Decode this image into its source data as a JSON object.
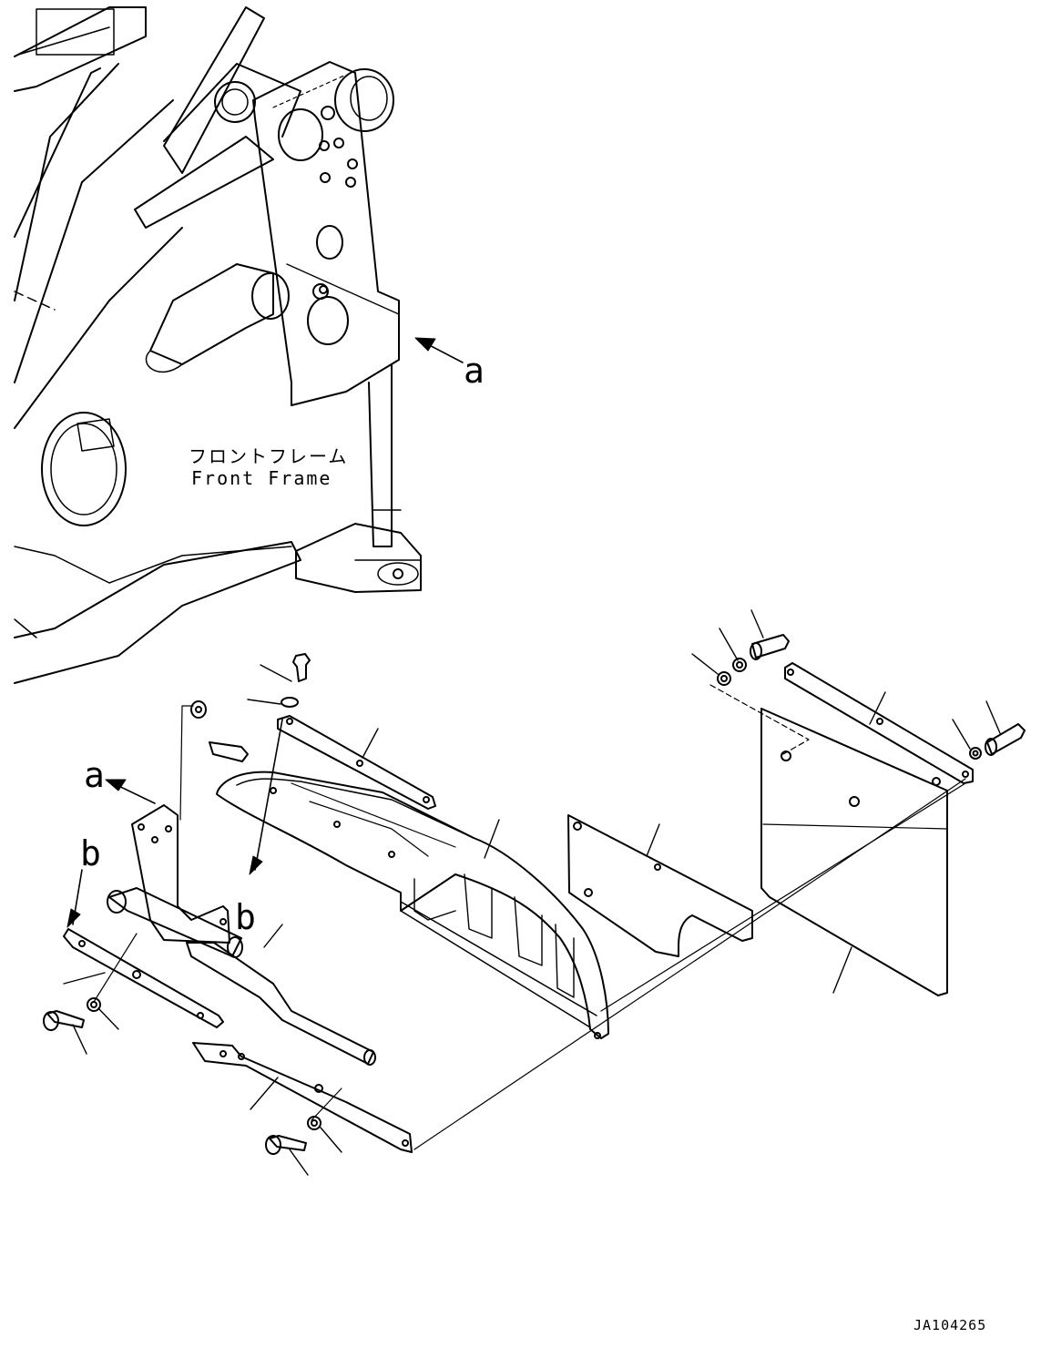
{
  "diagram": {
    "frame_label_ja": "フロントフレーム",
    "frame_label_en": "Front Frame",
    "callout_a_top": "a",
    "callout_a_left": "a",
    "callout_b_left": "b",
    "callout_b_mid": "b",
    "drawing_code": "JA104265",
    "line_color": "#000000",
    "background": "#ffffff"
  }
}
